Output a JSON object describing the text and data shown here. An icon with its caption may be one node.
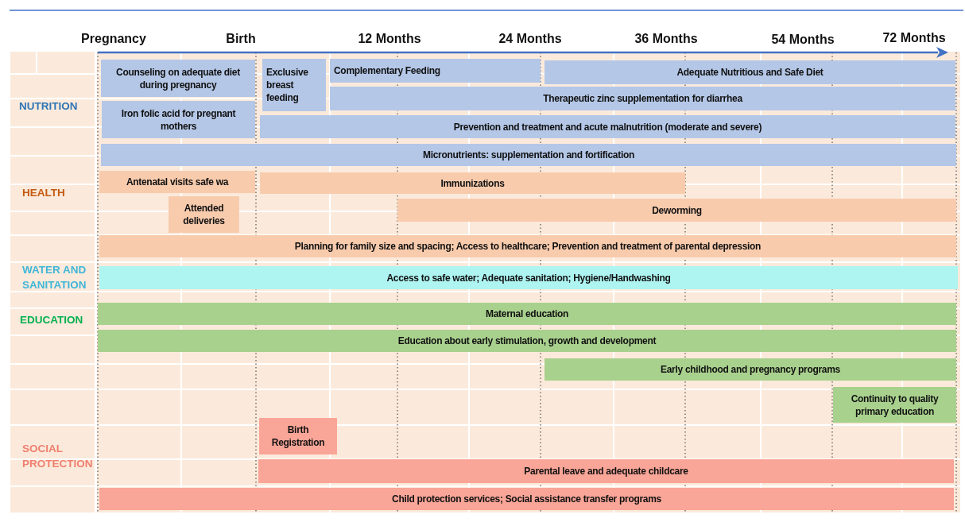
{
  "diagram": {
    "nodes": [
      {
        "text": [
          "Counseling on adequate diet during pregnancy"
        ]
      },
      {
        "text": [
          "Exclusive breast feeding"
        ]
      },
      {
        "text": [
          "Complementary Feeding"
        ]
      },
      {
        "text": [
          "Adequate Nutritious and Safe Diet"
        ]
      },
      {
        "text": [
          "Therapeutic zinc supplementation for diarrhea"
        ]
      },
      {
        "text": [
          "Iron folic acid  for pregnant mothers"
        ]
      },
      {
        "text": [
          "Prevention and treatment and acute malnutrition (moderate and severe)"
        ]
      },
      {
        "text": [
          "Micronutrients: supplementation and fortification"
        ]
      },
      {
        "text": [
          "Antenatal visits safe wa"
        ]
      },
      {
        "text": [
          "Immunizations"
        ]
      },
      {
        "text": [
          "Attended deliveries"
        ]
      },
      {
        "text": [
          "Deworming"
        ]
      },
      {
        "text": [
          "Planning for family size and spacing; Access to healthcare; Prevention and treatment of parental depression"
        ]
      },
      {
        "text": [
          "Access to safe water; Adequate sanitation; Hygiene/Handwashing"
        ]
      },
      {
        "text": [
          "Maternal education"
        ]
      },
      {
        "text": [
          "Education about early stimulation, growth and development"
        ]
      },
      {
        "text": [
          "Early childhood and pregnancy programs"
        ]
      },
      {
        "text": [
          "Continuity to quality primary education"
        ]
      },
      {
        "text": [
          "Birth Registration"
        ]
      },
      {
        "text": [
          "Parental leave and adequate childcare"
        ]
      },
      {
        "text": [
          "Child protection services; Social assistance transfer programs"
        ]
      }
    ],
    "edges": [],
    "labels": [
      "Pregnancy",
      "Birth",
      "12 Months",
      "24 Months",
      "36 Months",
      "54 Months",
      "72 Months",
      "NUTRITION",
      "HEALTH",
      "WATER  AND SANITATION",
      "EDUCATION",
      "SOCIAL PROTECTION"
    ]
  }
}
